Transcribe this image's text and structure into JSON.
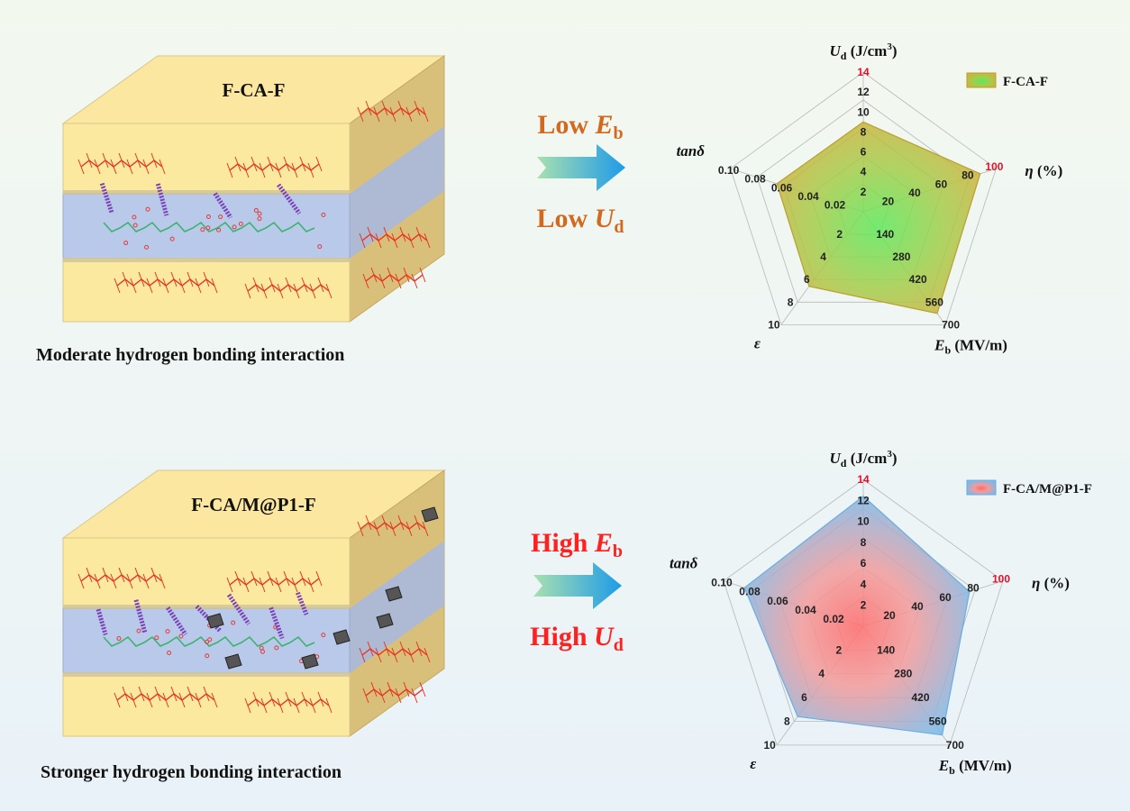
{
  "panels": [
    {
      "block_label": "F-CA-F",
      "caption": "Moderate hydrogen bonding interaction",
      "arrow_top": {
        "word": "Low",
        "sym": "E",
        "sub": "b"
      },
      "arrow_bottom": {
        "word": "Low",
        "sym": "U",
        "sub": "d"
      },
      "arrow_text_color": "#d2691e",
      "legend": "F-CA-F",
      "color": "polygon fill #c9b53f green-yellow gradient"
    },
    {
      "block_label": "F-CA/M@P1-F",
      "caption": "Stronger hydrogen bonding interaction",
      "arrow_top": {
        "word": "High",
        "sym": "E",
        "sub": "b"
      },
      "arrow_bottom": {
        "word": "High",
        "sym": "U",
        "sub": "d"
      },
      "arrow_text_color": "#ff2020",
      "legend": "F-CA/M@P1-F",
      "color": "polygon fill #7fb8e6 blue-red gradient"
    }
  ],
  "colors": {
    "layer_yellow": "#fbe9a0",
    "layer_blue": "#b9c9e9",
    "side_tan": "#d9c07a",
    "polymer_red": "#e8321e",
    "bond_purple": "#7b3fb8",
    "tick_red": "#e0142c"
  },
  "axis_labels": {
    "ud": {
      "sym": "U",
      "sub": "d",
      "unit": " (J/cm",
      "sup": "3",
      "close": ")"
    },
    "eta": {
      "sym": "η",
      "unit": " (%)"
    },
    "eb": {
      "sym": "E",
      "sub": "b",
      "unit": " (MV/m)"
    },
    "eps": {
      "sym": "ε"
    },
    "tan": {
      "sym": "tanδ"
    }
  },
  "chart_data": [
    {
      "type": "radar",
      "axes": [
        "Ud (J/cm3)",
        "η (%)",
        "Eb (MV/m)",
        "ε",
        "tanδ"
      ],
      "axis_ticks": {
        "Ud (J/cm3)": [
          "2",
          "4",
          "6",
          "8",
          "10",
          "12",
          "14"
        ],
        "η (%)": [
          "20",
          "40",
          "60",
          "80",
          "100"
        ],
        "Eb (MV/m)": [
          "140",
          "280",
          "420",
          "560",
          "700"
        ],
        "ε": [
          "2",
          "4",
          "6",
          "8",
          "10"
        ],
        "tanδ": [
          "0.02",
          "0.04",
          "0.06",
          "0.08",
          "0.10"
        ]
      },
      "axis_max": [
        14,
        100,
        700,
        10,
        0.1
      ],
      "series": [
        {
          "name": "F-CA-F",
          "values": [
            9,
            88,
            630,
            6.6,
            0.065
          ]
        }
      ]
    },
    {
      "type": "radar",
      "axes": [
        "Ud (J/cm3)",
        "η (%)",
        "Eb (MV/m)",
        "ε",
        "tanδ"
      ],
      "axis_ticks": {
        "Ud (J/cm3)": [
          "2",
          "4",
          "6",
          "8",
          "10",
          "12",
          "14"
        ],
        "η (%)": [
          "20",
          "40",
          "60",
          "80",
          "100"
        ],
        "Eb (MV/m)": [
          "140",
          "280",
          "420",
          "560",
          "700"
        ],
        "ε": [
          "2",
          "4",
          "6",
          "8",
          "10"
        ],
        "tanδ": [
          "0.02",
          "0.04",
          "0.06",
          "0.08",
          "0.10"
        ]
      },
      "axis_max": [
        14,
        100,
        700,
        10,
        0.1
      ],
      "series": [
        {
          "name": "F-CA/M@P1-F",
          "values": [
            12.4,
            76,
            640,
            7.6,
            0.085
          ]
        }
      ]
    }
  ]
}
